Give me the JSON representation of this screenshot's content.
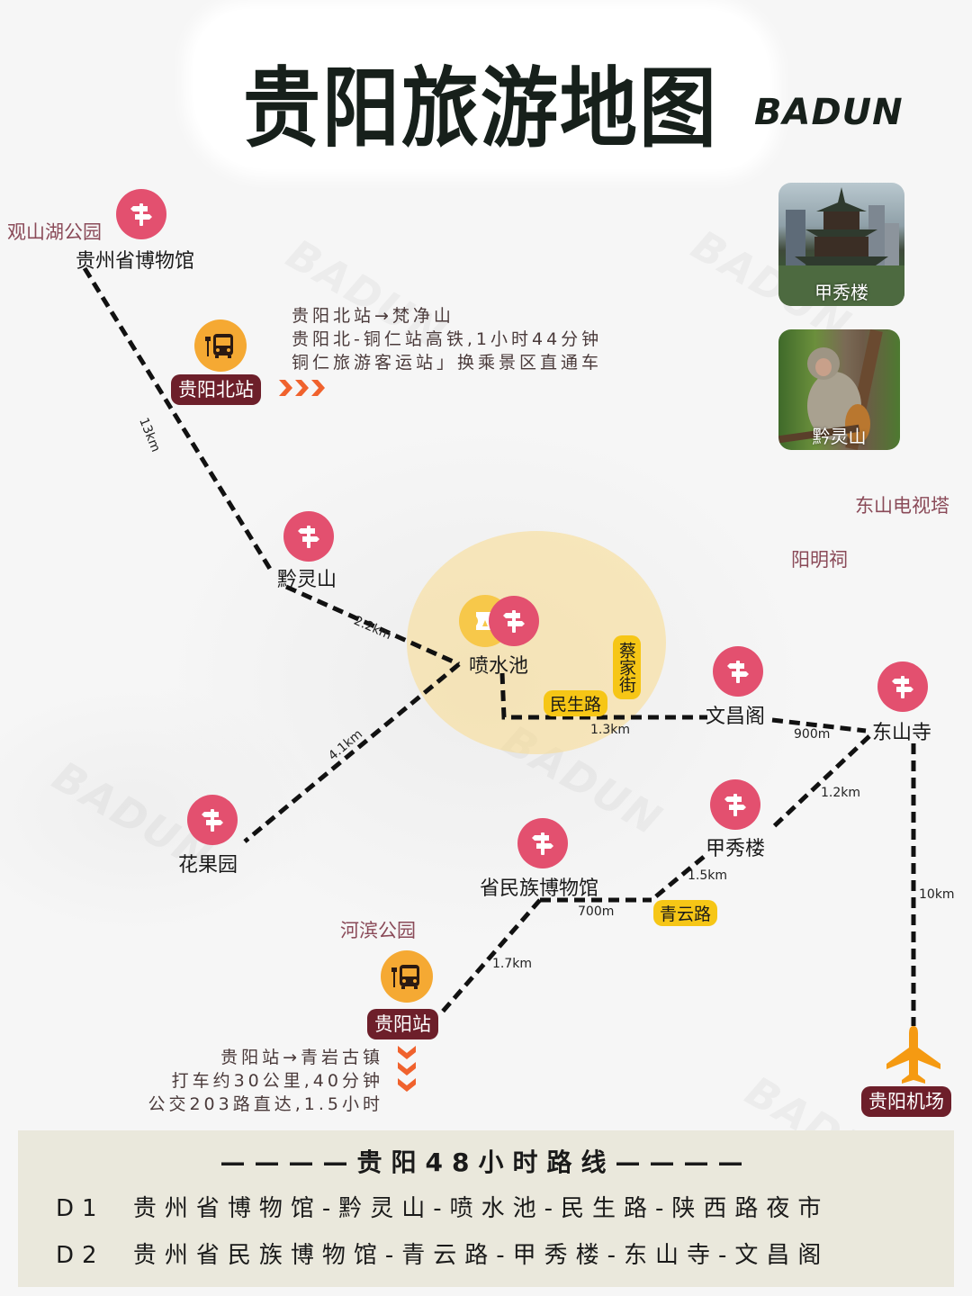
{
  "header": {
    "title": "贵阳旅游地图",
    "brand": "BADUN"
  },
  "watermark": "BADUN",
  "colors": {
    "pin": "#e3506f",
    "bus": "#f5a933",
    "station_badge": "#6d1f2a",
    "road_tag": "#f6c616",
    "poi_text": "#8a4a58",
    "arrow": "#f0622d",
    "plane": "#f59a12",
    "hot_zone": "#fadb8c",
    "panel_bg": "#eae8dc"
  },
  "icons": {
    "attraction": "signpost-icon",
    "station": "bus-stop-icon",
    "airport": "airplane-icon",
    "ticket": "ticket-icon"
  },
  "attractions": [
    {
      "id": "guizhou-museum",
      "label": "贵州省博物馆"
    },
    {
      "id": "qianling-shan",
      "label": "黔灵山"
    },
    {
      "id": "penshui-chi",
      "label": "喷水池"
    },
    {
      "id": "wenchang-ge",
      "label": "文昌阁"
    },
    {
      "id": "dongshan-si",
      "label": "东山寺"
    },
    {
      "id": "huaguo-yuan",
      "label": "花果园"
    },
    {
      "id": "jiaxiu-lou",
      "label": "甲秀楼"
    },
    {
      "id": "ethnic-museum",
      "label": "省民族博物馆"
    }
  ],
  "pois": [
    {
      "label": "观山湖公园"
    },
    {
      "label": "东山电视塔"
    },
    {
      "label": "阳明祠"
    },
    {
      "label": "河滨公园"
    }
  ],
  "stations": [
    {
      "label": "贵阳北站"
    },
    {
      "label": "贵阳站"
    },
    {
      "label": "贵阳机场"
    }
  ],
  "roads": [
    {
      "label": "民生路"
    },
    {
      "label": "蔡家街"
    },
    {
      "label": "青云路"
    }
  ],
  "distances": [
    {
      "from": "贵州省博物馆",
      "to": "黔灵山",
      "label": "13km"
    },
    {
      "from": "黔灵山",
      "to": "喷水池",
      "label": "2.2km"
    },
    {
      "from": "喷水池",
      "to": "花果园",
      "label": "4.1km"
    },
    {
      "from": "喷水池",
      "to": "文昌阁",
      "label": "1.3km"
    },
    {
      "from": "文昌阁",
      "to": "东山寺",
      "label": "900m"
    },
    {
      "from": "东山寺",
      "to": "甲秀楼",
      "label": "1.2km"
    },
    {
      "from": "甲秀楼",
      "to": "青云路",
      "label": "1.5km"
    },
    {
      "from": "省民族博物馆",
      "to": "青云路",
      "label": "700m"
    },
    {
      "from": "贵阳站",
      "to": "省民族博物馆",
      "label": "1.7km"
    },
    {
      "from": "东山寺",
      "to": "贵阳机场",
      "label": "10km"
    }
  ],
  "notes": {
    "north_station": [
      "贵阳北站→梵净山",
      "贵阳北-铜仁站高铁,1小时44分钟",
      "铜仁旅游客运站」换乘景区直通车"
    ],
    "main_station": [
      "贵阳站→青岩古镇",
      "打车约30公里,40分钟",
      "公交203路直达,1.5小时"
    ]
  },
  "photos": [
    {
      "caption": "甲秀楼"
    },
    {
      "caption": "黔灵山"
    }
  ],
  "itinerary": {
    "title": "————贵阳48小时路线————",
    "days": [
      {
        "day": "D1",
        "route": "贵州省博物馆-黔灵山-喷水池-民生路-陕西路夜市"
      },
      {
        "day": "D2",
        "route": "贵州省民族博物馆-青云路-甲秀楼-东山寺-文昌阁"
      }
    ]
  }
}
